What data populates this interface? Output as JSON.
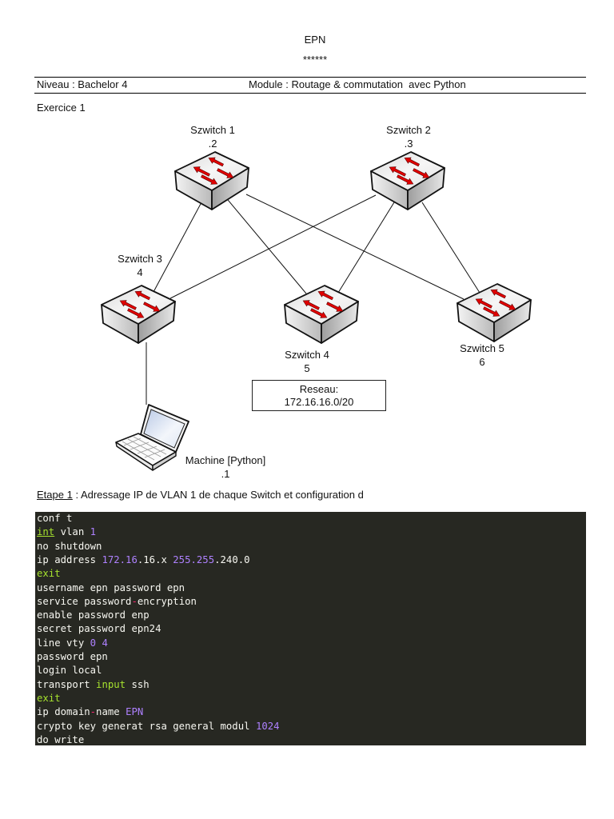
{
  "document": {
    "header_title": "EPN",
    "header_stars": "******",
    "niveau": "Niveau : Bachelor 4",
    "module": "Module : Routage & commutation  avec Python",
    "exercise": "Exercice 1"
  },
  "diagram": {
    "switches": [
      {
        "id": "s1",
        "name": "Szwitch 1",
        "address": ".2"
      },
      {
        "id": "s2",
        "name": "Szwitch 2",
        "address": ".3"
      },
      {
        "id": "s3",
        "name": "Szwitch 3",
        "address": "4"
      },
      {
        "id": "s4",
        "name": "Szwitch 4",
        "address": "5"
      },
      {
        "id": "s5",
        "name": "Szwitch 5",
        "address": "6"
      }
    ],
    "links": [
      [
        "s1",
        "s3"
      ],
      [
        "s1",
        "s4"
      ],
      [
        "s1",
        "s5"
      ],
      [
        "s2",
        "s3"
      ],
      [
        "s2",
        "s4"
      ],
      [
        "s2",
        "s5"
      ],
      [
        "s3",
        "machine"
      ]
    ],
    "network_box": {
      "label": "Reseau:",
      "value": "172.16.16.0/20"
    },
    "machine": {
      "name": "Machine [Python]",
      "address": ".1",
      "icon": "laptop-icon"
    },
    "switch_icon": "switch-icon",
    "colors": {
      "arrow": "#e00000",
      "link": "#111111"
    }
  },
  "step": {
    "label": "Etape 1",
    "text": " : Adressage IP de VLAN 1 de chaque Switch et configuration d"
  },
  "code": {
    "colors": {
      "background": "#272822",
      "plain": "#f8f8f2",
      "keyword": "#a6e22e",
      "number": "#ae81ff",
      "operator": "#f92672"
    },
    "lines": [
      {
        "tokens": [
          {
            "text": "conf t",
            "type": "plain"
          }
        ]
      },
      {
        "tokens": [
          {
            "text": "int",
            "type": "keyword-underline"
          },
          {
            "text": " vlan ",
            "type": "plain"
          },
          {
            "text": "1",
            "type": "number"
          }
        ]
      },
      {
        "tokens": [
          {
            "text": "no shutdown",
            "type": "plain"
          }
        ]
      },
      {
        "tokens": [
          {
            "text": "ip address ",
            "type": "plain"
          },
          {
            "text": "172.16",
            "type": "number"
          },
          {
            "text": ".16.x ",
            "type": "plain"
          },
          {
            "text": "255.255",
            "type": "number"
          },
          {
            "text": ".240.0",
            "type": "plain"
          }
        ]
      },
      {
        "tokens": [
          {
            "text": "exit",
            "type": "keyword"
          }
        ]
      },
      {
        "tokens": [
          {
            "text": "username epn password epn",
            "type": "plain"
          }
        ]
      },
      {
        "tokens": [
          {
            "text": "service password",
            "type": "plain"
          },
          {
            "text": "-",
            "type": "operator"
          },
          {
            "text": "encryption",
            "type": "plain"
          }
        ]
      },
      {
        "tokens": [
          {
            "text": "enable password enp",
            "type": "plain"
          }
        ]
      },
      {
        "tokens": [
          {
            "text": "secret password epn24",
            "type": "plain"
          }
        ]
      },
      {
        "tokens": [
          {
            "text": "line vty ",
            "type": "plain"
          },
          {
            "text": "0",
            "type": "number"
          },
          {
            "text": " ",
            "type": "plain"
          },
          {
            "text": "4",
            "type": "number"
          }
        ]
      },
      {
        "tokens": [
          {
            "text": "password epn",
            "type": "plain"
          }
        ]
      },
      {
        "tokens": [
          {
            "text": "login local",
            "type": "plain"
          }
        ]
      },
      {
        "tokens": [
          {
            "text": "transport ",
            "type": "plain"
          },
          {
            "text": "input",
            "type": "keyword"
          },
          {
            "text": " ssh",
            "type": "plain"
          }
        ]
      },
      {
        "tokens": [
          {
            "text": "exit",
            "type": "keyword"
          }
        ]
      },
      {
        "tokens": [
          {
            "text": "ip domain",
            "type": "plain"
          },
          {
            "text": "-",
            "type": "operator"
          },
          {
            "text": "name ",
            "type": "plain"
          },
          {
            "text": "EPN",
            "type": "number"
          }
        ]
      },
      {
        "tokens": [
          {
            "text": "crypto key generat rsa general modul ",
            "type": "plain"
          },
          {
            "text": "1024",
            "type": "number"
          }
        ]
      },
      {
        "tokens": [
          {
            "text": "do write",
            "type": "plain"
          }
        ]
      }
    ]
  }
}
